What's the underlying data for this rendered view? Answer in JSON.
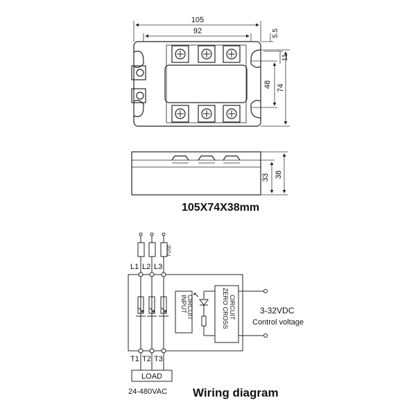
{
  "dimensions": {
    "width_105": "105",
    "width_92": "92",
    "tab_5_5": "5.5",
    "hole_11": "11",
    "height_48": "48",
    "height_74": "74",
    "side_33": "33",
    "side_38": "38"
  },
  "size_caption": "105X74X38mm",
  "wiring": {
    "phase_labels": [
      "L1",
      "L2",
      "L3"
    ],
    "output_labels": [
      "T1",
      "T2",
      "T3"
    ],
    "fuse_label": "FUSE",
    "input_circuit_label": [
      "INPUT",
      "CIRCUIT"
    ],
    "zero_cross_label": [
      "ZERO CROSS",
      "CIRCUIT"
    ],
    "control_voltage_value": "3-32VDC",
    "control_voltage_label": "Control voltage",
    "load_label": "LOAD",
    "ac_range": "24-480VAC",
    "title": "Wiring diagram"
  }
}
